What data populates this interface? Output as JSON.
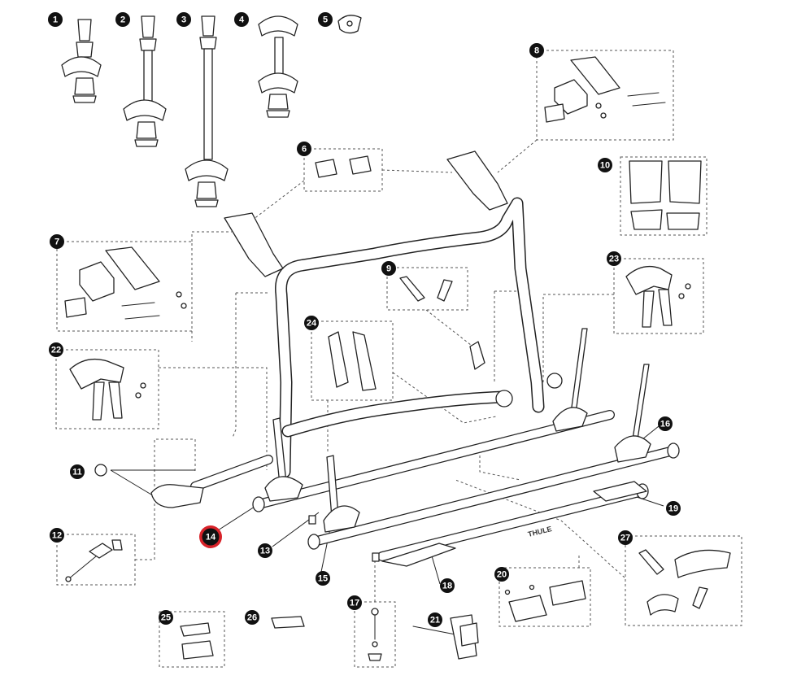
{
  "colors": {
    "badge": "#111111",
    "badge_highlight": "#d8232a",
    "badge_text": "#ffffff",
    "line": "#222222",
    "dashed": "#555555"
  },
  "icons": {
    "callout_marker": "filled-circle"
  },
  "callouts": [
    {
      "label": "1"
    },
    {
      "label": "2"
    },
    {
      "label": "3"
    },
    {
      "label": "4"
    },
    {
      "label": "5"
    },
    {
      "label": "6"
    },
    {
      "label": "7"
    },
    {
      "label": "8"
    },
    {
      "label": "9"
    },
    {
      "label": "10"
    },
    {
      "label": "11"
    },
    {
      "label": "12"
    },
    {
      "label": "13"
    },
    {
      "label": "14",
      "highlighted": true
    },
    {
      "label": "15"
    },
    {
      "label": "16"
    },
    {
      "label": "17"
    },
    {
      "label": "18"
    },
    {
      "label": "19"
    },
    {
      "label": "20"
    },
    {
      "label": "21"
    },
    {
      "label": "22"
    },
    {
      "label": "23"
    },
    {
      "label": "24"
    },
    {
      "label": "25"
    },
    {
      "label": "26"
    },
    {
      "label": "27"
    }
  ],
  "brand_marks": {
    "rail_logo": "THULE"
  }
}
